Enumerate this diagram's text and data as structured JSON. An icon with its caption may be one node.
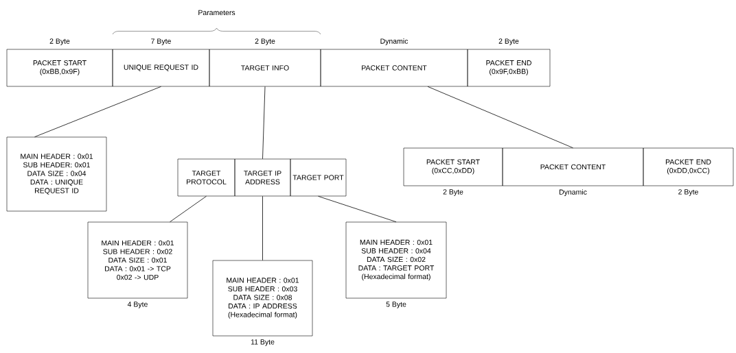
{
  "diagram": {
    "nodes": [
      {
        "text": [
          "PACKET START (0xBB,0x9F)"
        ],
        "beside": [
          "2 Byte"
        ]
      },
      {
        "text": [
          "UNIQUE REQUEST ID"
        ],
        "beside": [
          "7 Byte"
        ]
      },
      {
        "text": [
          "TARGET INFO"
        ],
        "beside": [
          "2 Byte"
        ]
      },
      {
        "text": [
          "PACKET CONTENT"
        ],
        "beside": [
          "Dynamic"
        ]
      },
      {
        "text": [
          "PACKET END (0x9F,0xBB)"
        ],
        "beside": [
          "2 Byte"
        ]
      },
      {
        "text": [
          "MAIN HEADER : 0x01",
          "SUB HEADER: 0x01",
          "DATA SIZE : 0x04",
          "DATA : UNIQUE REQUEST ID"
        ]
      },
      {
        "text": [
          "TARGET PROTOCOL"
        ]
      },
      {
        "text": [
          "TARGET IP ADDRESS"
        ]
      },
      {
        "text": [
          "TARGET PORT"
        ]
      },
      {
        "text": [
          "MAIN HEADER : 0x01",
          "SUB HEADER : 0x02",
          "DATA SIZE : 0x01",
          "DATA : 0x01 -> TCP",
          "0x02 -> UDP"
        ],
        "beside": [
          "4 Byte"
        ]
      },
      {
        "text": [
          "MAIN HEADER : 0x01",
          "SUB HEADER : 0x03",
          "DATA SIZE : 0x08",
          "DATA : IP ADDRESS",
          "(Hexadecimal format)"
        ],
        "beside": [
          "11 Byte"
        ]
      },
      {
        "text": [
          "MAIN HEADER : 0x01",
          "SUB HEADER : 0x04",
          "DATA SIZE : 0x02",
          "DATA : TARGET PORT",
          "(Hexadecimal format)"
        ],
        "beside": [
          "5 Byte"
        ]
      },
      {
        "text": [
          "PACKET START (0xCC,0xDD)"
        ],
        "beside": [
          "2 Byte"
        ]
      },
      {
        "text": [
          "PACKET CONTENT"
        ],
        "beside": [
          "Dynamic"
        ]
      },
      {
        "text": [
          "PACKET END (0xDD,0xCC)"
        ],
        "beside": [
          "2 Byte"
        ]
      }
    ],
    "edges": [
      {
        "from": 1,
        "to": 5,
        "arrow": "none"
      },
      {
        "from": 2,
        "to": 7,
        "arrow": "none"
      },
      {
        "from": 3,
        "to": 13,
        "arrow": "none"
      },
      {
        "from": 6,
        "to": 9,
        "arrow": "none"
      },
      {
        "from": 7,
        "to": 10,
        "arrow": "none"
      },
      {
        "from": 8,
        "to": 11,
        "arrow": "none"
      }
    ],
    "labels": [
      "Parameters"
    ]
  }
}
